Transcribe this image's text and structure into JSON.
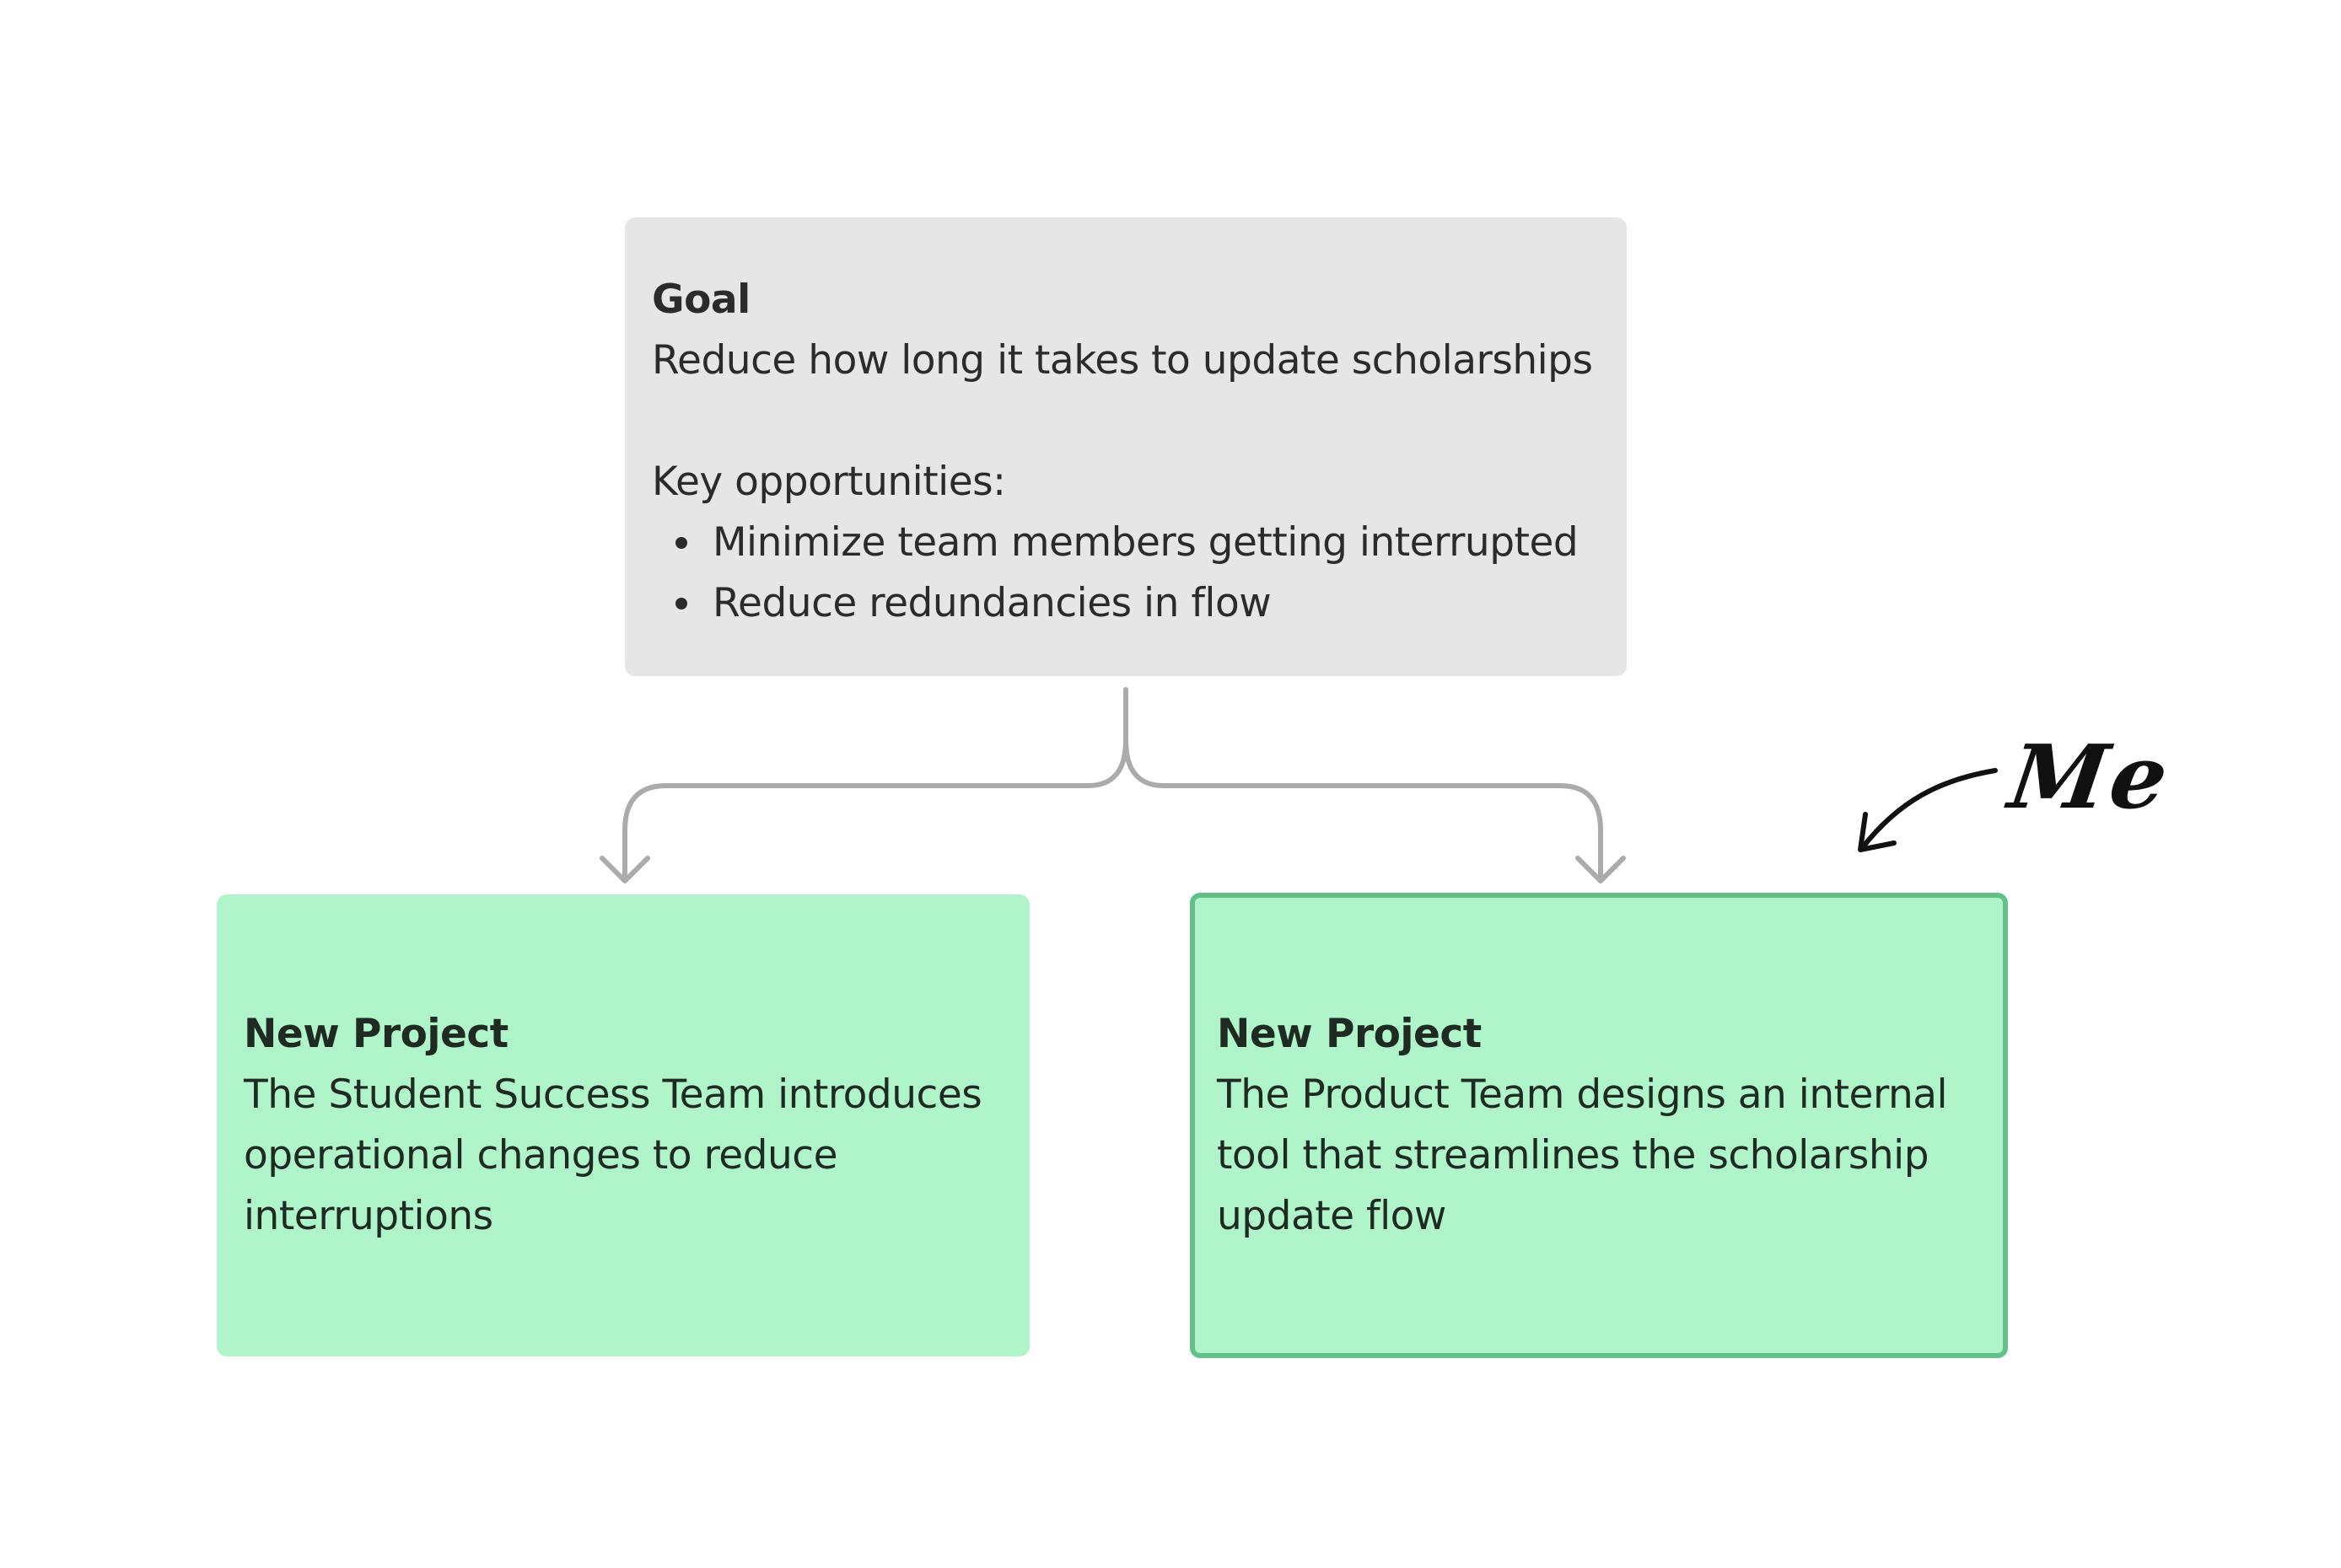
{
  "goal": {
    "title": "Goal",
    "description": "Reduce how long it takes to update scholarships",
    "opportunities_label": "Key opportunities:",
    "opportunities": [
      "Minimize team members getting interrupted",
      "Reduce redundancies in flow"
    ]
  },
  "projects": [
    {
      "title": "New Project",
      "description": "The Student Success Team introduces operational changes to reduce interruptions"
    },
    {
      "title": "New Project",
      "description": "The Product Team designs an internal tool that streamlines the scholarship update flow"
    }
  ],
  "annotation": {
    "label": "Me"
  },
  "colors": {
    "goal_background": "#e6e6e6",
    "project_background": "#b0f4c9",
    "selected_border": "#62c08b",
    "connector": "#ababab",
    "text": "#2b2b2b"
  }
}
